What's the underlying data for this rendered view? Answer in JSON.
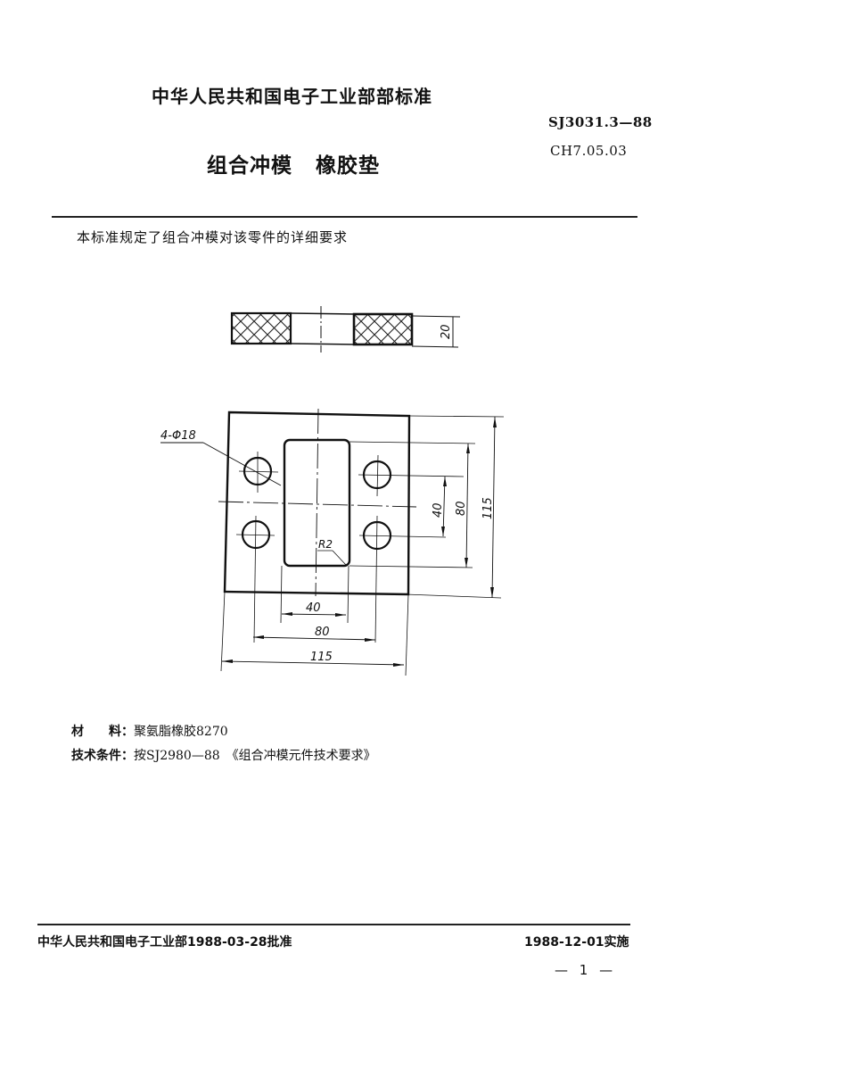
{
  "header": {
    "issuer": "中华人民共和国电子工业部部标准",
    "standard_number": "SJ3031.3—88",
    "classification_number": "CH7.05.03",
    "title_part1": "组合冲模",
    "title_part2": "橡胶垫"
  },
  "scope_text": "本标准规定了组合冲模对该零件的详细要求",
  "drawing": {
    "section_view": {
      "thickness_dim": "20"
    },
    "plan_view": {
      "hole_callout": "4-Φ18",
      "corner_radius": "R2",
      "vertical_dims": [
        "40",
        "80",
        "115"
      ],
      "horizontal_dims": [
        "40",
        "80",
        "115"
      ]
    }
  },
  "specs": {
    "material_label": "材　　料：",
    "material_value": "聚氨脂橡胶8270",
    "tech_label": "技术条件：",
    "tech_value": "按SJ2980—88　《组合冲模元件技术要求》"
  },
  "footer": {
    "approval": "中华人民共和国电子工业部1988-03-28批准",
    "effective": "1988-12-01实施",
    "page_number": "— 1 —"
  }
}
